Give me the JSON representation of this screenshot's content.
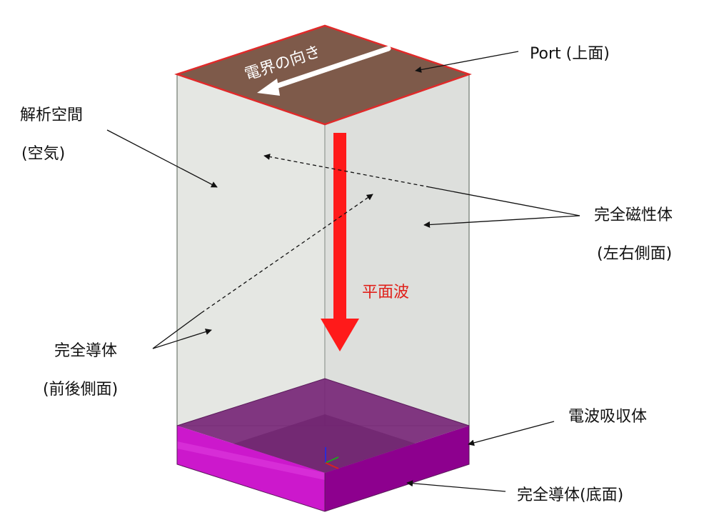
{
  "labels": {
    "port": "Port (上面)",
    "analysis_line1": "解析空間",
    "analysis_line2": "(空気)",
    "pmc_line1": "完全磁性体",
    "pmc_line2": "(左右側面)",
    "plane_wave": "平面波",
    "pec_line1": "完全導体",
    "pec_line2": "(前後側面)",
    "absorber": "電波吸収体",
    "pec_bottom": "完全導体(底面)",
    "efield": "電界の向き"
  },
  "colors": {
    "port_face": "#7e5a4a",
    "port_edge": "#e02a2a",
    "box_front_left": "#e4e6e2",
    "box_front_right": "#dee0dd",
    "absorber_top": "#7a2c79",
    "absorber_left": "#cc16cc",
    "absorber_right": "#8e008f",
    "plane_wave_arrow": "#ff1a1a",
    "efield_arrow": "#ffffff"
  }
}
